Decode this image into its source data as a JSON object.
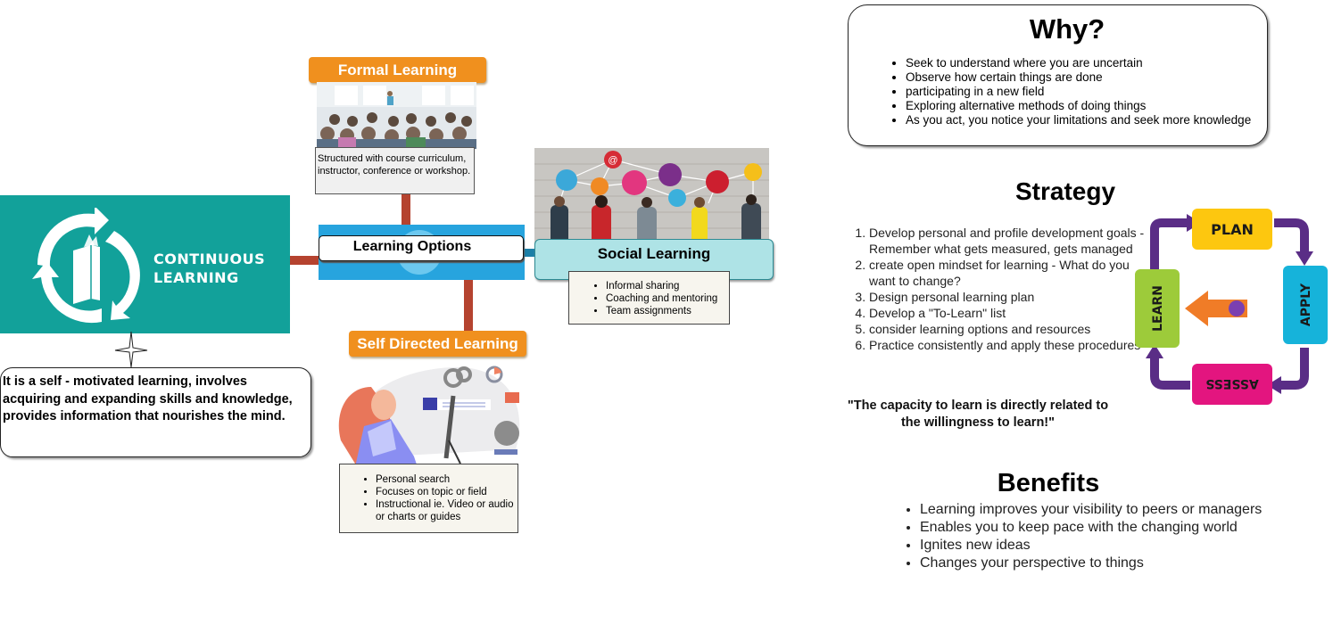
{
  "continuous_learning": {
    "title_line1": "CONTINUOUS",
    "title_line2": "LEARNING",
    "description": "It is a self - motivated learning, involves acquiring and expanding skills and knowledge, provides information that nourishes the mind."
  },
  "learning_options": {
    "label": "Learning Options"
  },
  "formal_learning": {
    "label": "Formal Learning",
    "description": "Structured with course curriculum, instructor, conference or workshop."
  },
  "social_learning": {
    "label": "Social Learning",
    "items": [
      "Informal sharing",
      "Coaching and mentoring",
      "Team assignments"
    ]
  },
  "self_directed_learning": {
    "label": "Self Directed Learning",
    "items": [
      "Personal search",
      "Focuses on topic or field",
      "Instructional ie. Video or audio or charts or guides"
    ]
  },
  "why": {
    "title": "Why?",
    "items": [
      "Seek to understand where you are uncertain",
      "Observe how certain things are done",
      "participating in a new field",
      "Exploring alternative methods of doing things",
      "As you act, you notice your limitations and seek more knowledge"
    ]
  },
  "strategy": {
    "title": "Strategy",
    "items": [
      "Develop personal and profile development goals - Remember what gets measured, gets managed",
      "create open mindset for learning - What do you want to change?",
      "Design personal learning plan",
      "Develop a \"To-Learn\" list",
      "consider learning options and resources",
      "Practice consistently and apply these procedures"
    ],
    "quote": "\"The capacity to learn is directly related to the willingness to learn!\""
  },
  "cycle": {
    "steps": [
      {
        "label": "PLAN",
        "color": "#fdc70f"
      },
      {
        "label": "APPLY",
        "color": "#16b3da"
      },
      {
        "label": "ASSESS",
        "color": "#e3157f"
      },
      {
        "label": "LEARN",
        "color": "#9dcb3a"
      }
    ],
    "arrow_color": "#5a2d86",
    "center_arrow_color": "#f07c27"
  },
  "benefits": {
    "title": "Benefits",
    "items": [
      "Learning improves your visibility to peers or managers",
      "Enables you to keep pace with the changing world",
      "Ignites new ideas",
      "Changes your perspective to things"
    ]
  },
  "colors": {
    "teal": "#12a19a",
    "orange": "#f0901e",
    "connector": "#b5432f",
    "blue": "#27a4de",
    "social_bg": "#aee3e6"
  }
}
